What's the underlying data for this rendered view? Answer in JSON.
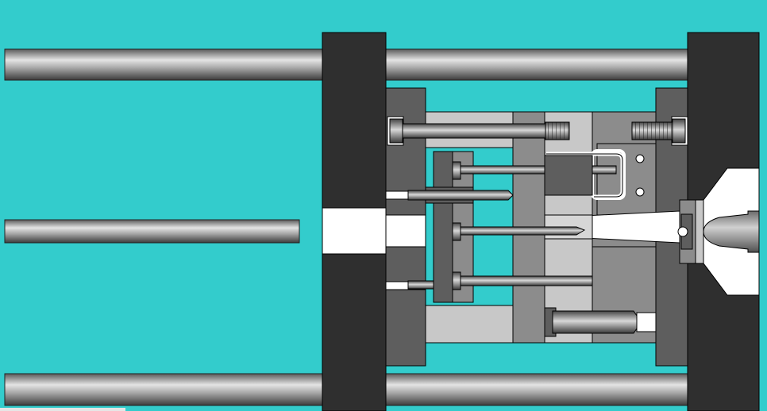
{
  "diagram": {
    "subject": "injection-mold-cross-section",
    "state": "mold-closed",
    "colors": {
      "background": "#33CCCC",
      "platen": "#2F2F2F",
      "plate_dark": "#5E5E5E",
      "plate_mid": "#8C8C8C",
      "plate_light": "#C8C8C8",
      "cavity": "#FFFFFF",
      "outline": "#000000"
    },
    "parts": [
      "tie-bar",
      "moving-platen",
      "stationary-platen",
      "clamp-plate",
      "support-block",
      "ejector-plate",
      "ejector-pin",
      "return-pin",
      "guide-pin",
      "socket-head-cap-screw",
      "core-plate",
      "cavity-plate",
      "cooling-channel",
      "sprue",
      "sprue-bushing",
      "locating-ring",
      "injection-nozzle",
      "knock-out-opening"
    ]
  }
}
